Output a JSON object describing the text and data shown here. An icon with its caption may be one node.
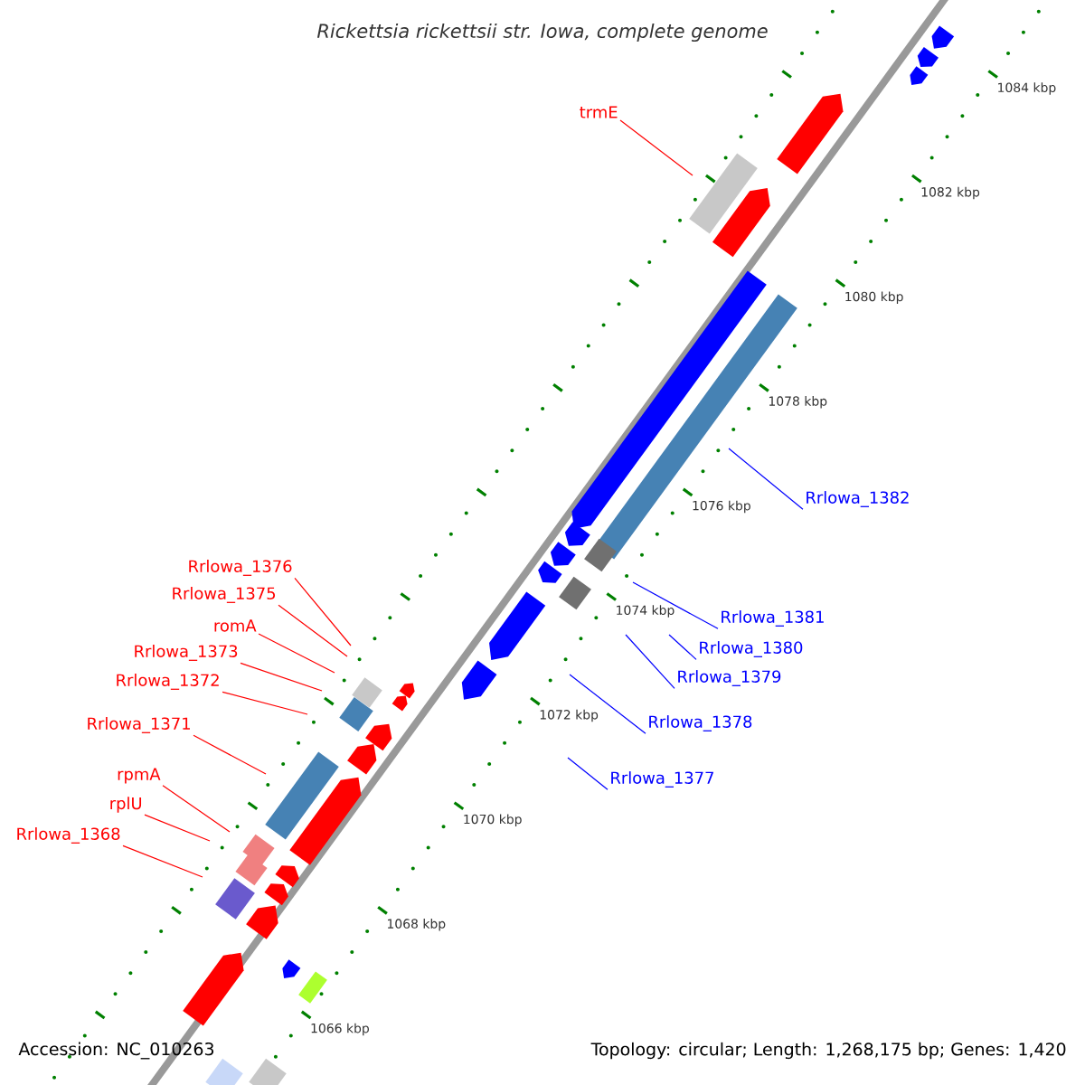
{
  "diagram": {
    "title": "Rickettsia rickettsii str. Iowa, complete genome",
    "nodes": [
      {
        "text": [
          "trmE"
        ]
      },
      {
        "text": [
          "Rrlowa_1382"
        ]
      },
      {
        "text": [
          "Rrlowa_1376"
        ]
      },
      {
        "text": [
          "Rrlowa_1375"
        ]
      },
      {
        "text": [
          "Rrlowa_1381"
        ]
      },
      {
        "text": [
          "romA"
        ]
      },
      {
        "text": [
          "Rrlowa_1380"
        ]
      },
      {
        "text": [
          "Rrlowa_1373"
        ]
      },
      {
        "text": [
          "Rrlowa_1379"
        ]
      },
      {
        "text": [
          "Rrlowa_1372"
        ]
      },
      {
        "text": [
          "Rrlowa_1378"
        ]
      },
      {
        "text": [
          "Rrlowa_1371"
        ]
      },
      {
        "text": [
          "Rrlowa_1377"
        ]
      },
      {
        "text": [
          "rpmA"
        ]
      },
      {
        "text": [
          "rplU"
        ]
      },
      {
        "text": [
          "Rrlowa_1368"
        ]
      }
    ],
    "edges": [
      {
        "from": 0,
        "to": null,
        "arrow": "none"
      },
      {
        "from": 1,
        "to": null,
        "arrow": "none",
        "color": "#0000ff"
      },
      {
        "from": 2,
        "to": null,
        "arrow": "none"
      },
      {
        "from": 3,
        "to": null,
        "arrow": "none"
      },
      {
        "from": 4,
        "to": null,
        "arrow": "none",
        "color": "#0000ff"
      },
      {
        "from": 5,
        "to": null,
        "arrow": "none"
      },
      {
        "from": 6,
        "to": null,
        "arrow": "none",
        "color": "#0000ff"
      },
      {
        "from": 7,
        "to": null,
        "arrow": "none"
      },
      {
        "from": 8,
        "to": null,
        "arrow": "none",
        "color": "#0000ff"
      },
      {
        "from": 9,
        "to": null,
        "arrow": "none"
      },
      {
        "from": 10,
        "to": null,
        "arrow": "none",
        "color": "#0000ff"
      },
      {
        "from": 11,
        "to": null,
        "arrow": "none"
      },
      {
        "from": 12,
        "to": null,
        "arrow": "none",
        "color": "#0000ff"
      },
      {
        "from": 13,
        "to": null,
        "arrow": "none"
      },
      {
        "from": 14,
        "to": null,
        "arrow": "none"
      },
      {
        "from": 15,
        "to": null,
        "arrow": "none"
      }
    ],
    "labels": [
      "1084 kbp",
      "1082 kbp",
      "1080 kbp",
      "1078 kbp",
      "1076 kbp",
      "1074 kbp",
      "1072 kbp",
      "1070 kbp",
      "1068 kbp",
      "1066 kbp",
      "Accession: NC_010263",
      "Topology: circular; Length: 1,268,175 bp; Genes: 1,420"
    ]
  }
}
